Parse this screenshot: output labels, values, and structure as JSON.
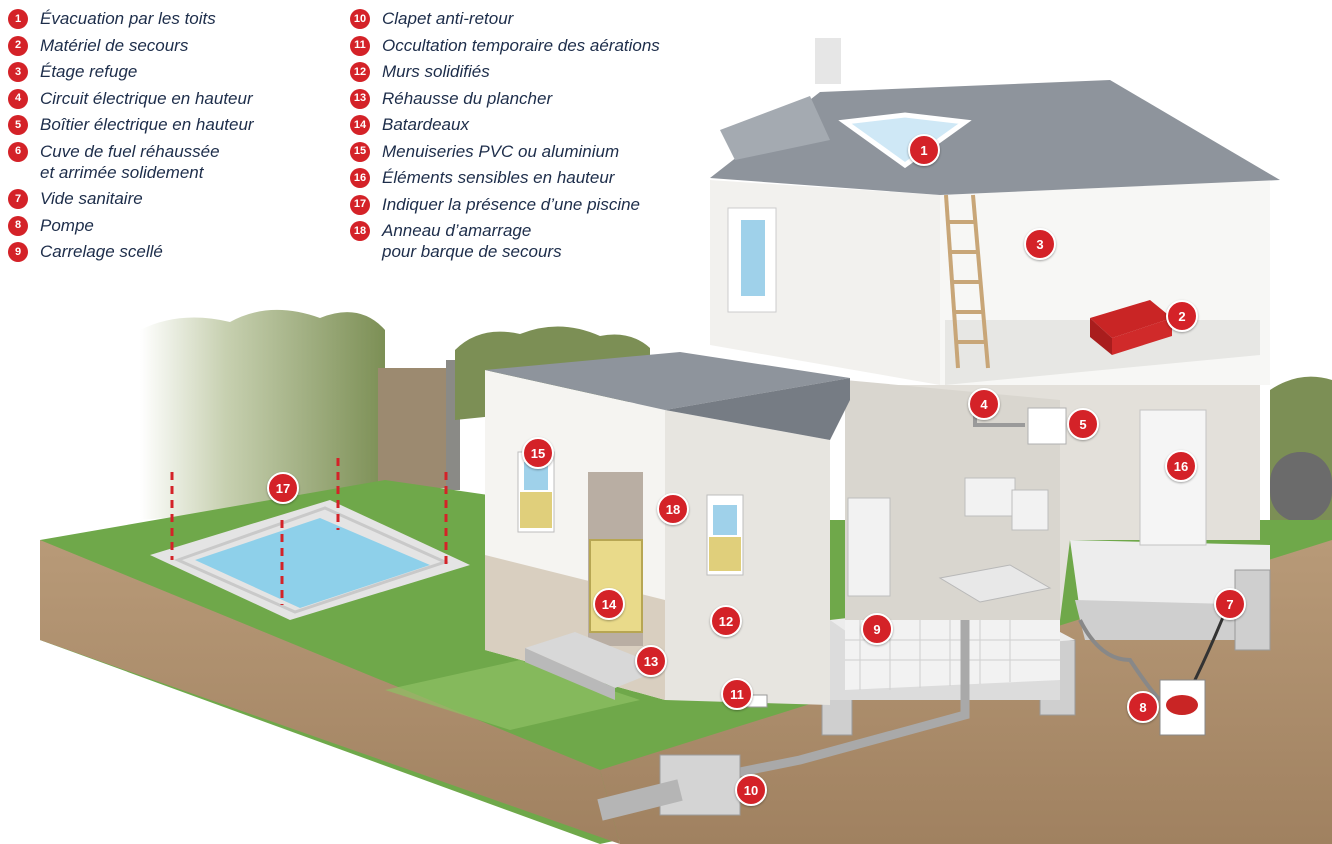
{
  "legend": [
    {
      "num": "1",
      "text": "Évacuation par les toits"
    },
    {
      "num": "2",
      "text": "Matériel de secours"
    },
    {
      "num": "3",
      "text": "Étage refuge"
    },
    {
      "num": "4",
      "text": "Circuit électrique en hauteur"
    },
    {
      "num": "5",
      "text": "Boîtier électrique en hauteur"
    },
    {
      "num": "6",
      "text": "Cuve de fuel réhaussée\net arrimée solidement"
    },
    {
      "num": "7",
      "text": "Vide sanitaire"
    },
    {
      "num": "8",
      "text": "Pompe"
    },
    {
      "num": "9",
      "text": "Carrelage scellé"
    },
    {
      "num": "10",
      "text": "Clapet anti-retour"
    },
    {
      "num": "11",
      "text": "Occultation temporaire des aérations"
    },
    {
      "num": "12",
      "text": "Murs solidifiés"
    },
    {
      "num": "13",
      "text": "Réhausse du plancher"
    },
    {
      "num": "14",
      "text": "Batardeaux"
    },
    {
      "num": "15",
      "text": "Menuiseries PVC ou aluminium"
    },
    {
      "num": "16",
      "text": "Éléments sensibles en hauteur"
    },
    {
      "num": "17",
      "text": "Indiquer la présence d’une piscine"
    },
    {
      "num": "18",
      "text": "Anneau d’amarrage\npour barque de secours"
    }
  ],
  "markers": [
    "1",
    "2",
    "3",
    "4",
    "5",
    "7",
    "8",
    "9",
    "10",
    "11",
    "12",
    "13",
    "14",
    "15",
    "16",
    "17",
    "18"
  ],
  "colors": {
    "badge": "#d42228",
    "text": "#1d2d4a",
    "grass": "#6fa84a",
    "soil": "#b89a78",
    "wall": "#f2f1ee",
    "roof": "#8e949c",
    "hedge": "#7c8f55"
  }
}
